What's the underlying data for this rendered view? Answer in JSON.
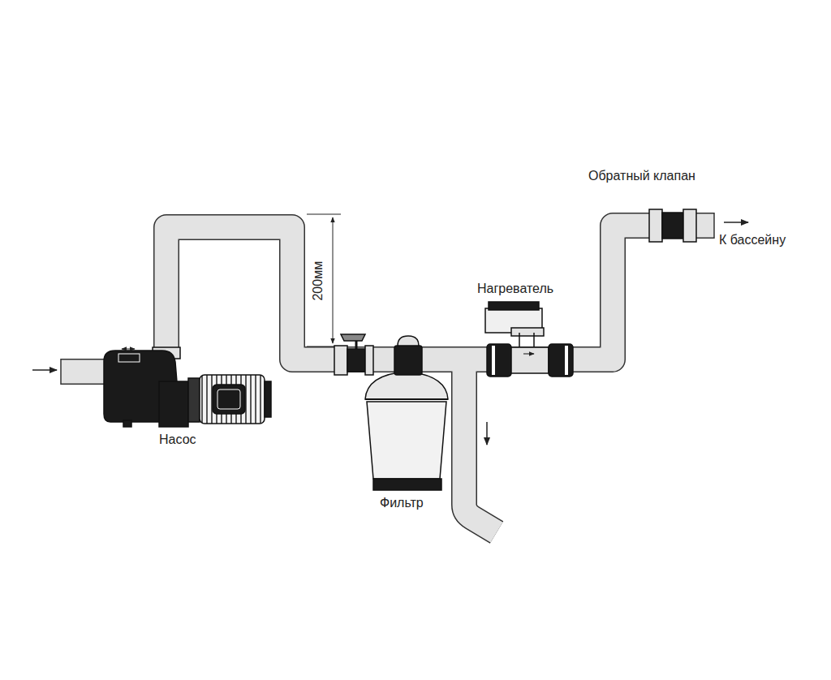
{
  "diagram": {
    "labels": [
      "Обратный клапан",
      "К бассейну",
      "200мм",
      "Нагреватель",
      "Насос",
      "Фильтр"
    ]
  }
}
